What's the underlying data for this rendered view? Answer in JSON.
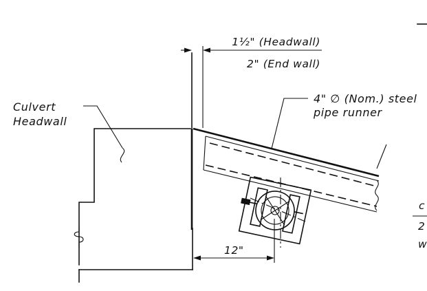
{
  "labels": {
    "headwall_gap": "1½\" (Headwall)",
    "endwall_gap": "2\" (End wall)",
    "culvert_line1": "Culvert",
    "culvert_line2": "Headwall",
    "pipe_line1": "4\" ∅ (Nom.) steel",
    "pipe_line2": "pipe runner",
    "offset_dim": "12\"",
    "cut_c": "c",
    "cut_2": "2",
    "cut_w": "w"
  }
}
